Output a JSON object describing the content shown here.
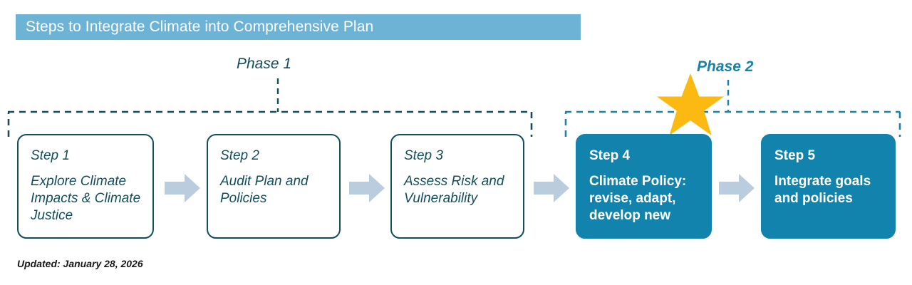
{
  "header": {
    "title": "Steps to Integrate Climate into Comprehensive Plan",
    "banner_color": "#6CB3D6",
    "title_color": "#FFFFFF"
  },
  "phases": [
    {
      "id": "phase-1",
      "label": "Phase 1",
      "color": "#134E5C",
      "covers_steps": [
        "Step 1",
        "Step 2",
        "Step 3"
      ]
    },
    {
      "id": "phase-2",
      "label": "Phase 2",
      "color": "#1583AE",
      "covers_steps": [
        "Step 4",
        "Step 5"
      ],
      "marker": "star-icon",
      "marker_color": "#FBB912"
    }
  ],
  "steps": [
    {
      "number": "Step 1",
      "description": "Explore Climate Impacts & Climate Justice",
      "style": "outline",
      "border_color": "#134E5C",
      "text_color": "#134E5C",
      "fill_color": "#FFFFFF"
    },
    {
      "number": "Step 2",
      "description": "Audit Plan and Policies",
      "style": "outline",
      "border_color": "#134E5C",
      "text_color": "#134E5C",
      "fill_color": "#FFFFFF"
    },
    {
      "number": "Step 3",
      "description": "Assess Risk and Vulnerability",
      "style": "outline",
      "border_color": "#134E5C",
      "text_color": "#134E5C",
      "fill_color": "#FFFFFF"
    },
    {
      "number": "Step 4",
      "description": "Climate Policy: revise, adapt, develop new",
      "style": "filled",
      "border_color": "#1283AD",
      "text_color": "#FFFFFF",
      "fill_color": "#1283AD"
    },
    {
      "number": "Step 5",
      "description": "Integrate goals and policies",
      "style": "filled",
      "border_color": "#1283AD",
      "text_color": "#FFFFFF",
      "fill_color": "#1283AD"
    }
  ],
  "connectors": {
    "icon": "right-arrow-icon",
    "color": "#B9CDDE",
    "count": 4
  },
  "footer": {
    "updated_note": "Updated: January 28, 2026"
  }
}
